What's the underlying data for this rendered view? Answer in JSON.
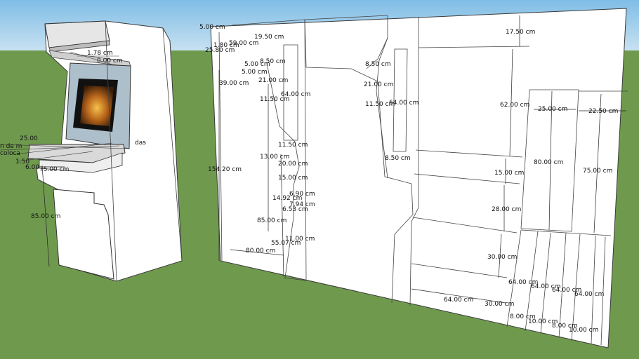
{
  "scene": {
    "sky_color": "#a9d2ee",
    "ground_color": "#6f9a4e",
    "horizon_color": "#c6dbea"
  },
  "cabinet_labels": {
    "left_text_1": "25.00",
    "left_text_2": "n de m",
    "left_text_3": "coloca",
    "left_text_4": "1.50",
    "left_text_5": "6.00",
    "width": "75.00 cm",
    "height": "85.00 cm",
    "marquee_1": "1.78 cm",
    "marquee_2": "0.00 cm",
    "side_das": "das"
  },
  "dimensions": [
    "5.00 cm",
    "19.50 cm",
    "59.00 cm",
    "1.80 cm",
    "25.80 cm",
    "8.50 cm",
    "5.00 cm",
    "5.00 cm",
    "39.00 cm",
    "21.00 cm",
    "64.00 cm",
    "11.50 cm",
    "11.50 cm",
    "13.00 cm",
    "20.00 cm",
    "154.20 cm",
    "15.00 cm",
    "6.90 cm",
    "14.92 cm",
    "7.94 cm",
    "6.53 cm",
    "85.00 cm",
    "11.00 cm",
    "55.07 cm",
    "80.00 cm",
    "8.50 cm",
    "21.00 cm",
    "64.00 cm",
    "11.50 cm",
    "8.50 cm",
    "17.50 cm",
    "62.00 cm",
    "25.00 cm",
    "22.50 cm",
    "80.00 cm",
    "75.00 cm",
    "15.00 cm",
    "28.00 cm",
    "30.00 cm",
    "64.00 cm",
    "64.00 cm",
    "64.00 cm",
    "64.00 cm",
    "64.00 cm",
    "30.00 cm",
    "8.00 cm",
    "10.00 cm",
    "8.00 cm",
    "10.00 cm"
  ]
}
